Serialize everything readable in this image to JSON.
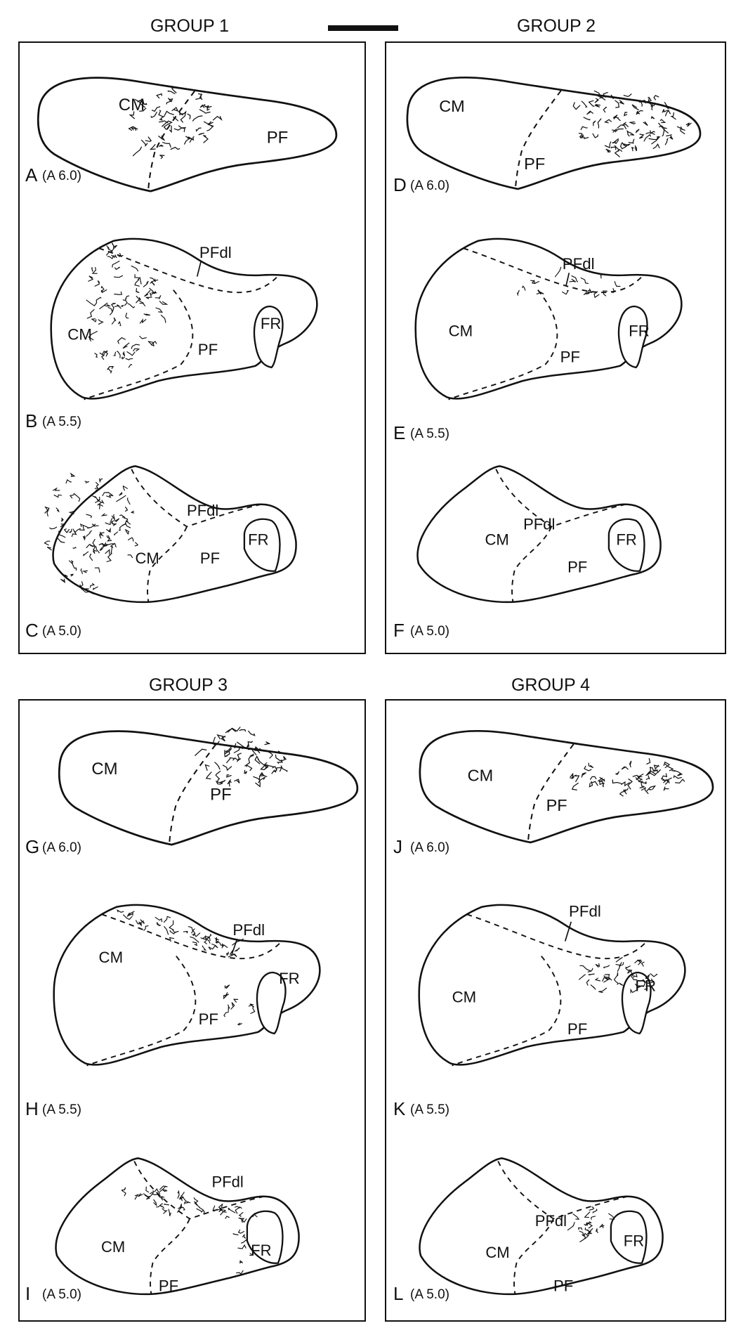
{
  "groups": [
    {
      "title": "GROUP 1"
    },
    {
      "title": "GROUP 2"
    },
    {
      "title": "GROUP 3"
    },
    {
      "title": "GROUP 4"
    }
  ],
  "panels": [
    {
      "letter": "A",
      "level": "(A 6.0)",
      "labels": [
        "CM",
        "PF"
      ]
    },
    {
      "letter": "B",
      "level": "(A 5.5)",
      "labels": [
        "CM",
        "PF",
        "PFdl",
        "FR"
      ]
    },
    {
      "letter": "C",
      "level": "(A 5.0)",
      "labels": [
        "CM",
        "PF",
        "PFdl",
        "FR"
      ]
    },
    {
      "letter": "D",
      "level": "(A 6.0)",
      "labels": [
        "CM",
        "PF"
      ]
    },
    {
      "letter": "E",
      "level": "(A 5.5)",
      "labels": [
        "CM",
        "PF",
        "PFdl",
        "FR"
      ]
    },
    {
      "letter": "F",
      "level": "(A 5.0)",
      "labels": [
        "CM",
        "PF",
        "PFdl",
        "FR"
      ]
    },
    {
      "letter": "G",
      "level": "(A 6.0)",
      "labels": [
        "CM",
        "PF"
      ]
    },
    {
      "letter": "H",
      "level": "(A 5.5)",
      "labels": [
        "CM",
        "PF",
        "PFdl",
        "FR"
      ]
    },
    {
      "letter": "I",
      "level": "(A 5.0)",
      "labels": [
        "CM",
        "PF",
        "PFdl",
        "FR"
      ]
    },
    {
      "letter": "J",
      "level": "(A 6.0)",
      "labels": [
        "CM",
        "PF"
      ]
    },
    {
      "letter": "K",
      "level": "(A 5.5)",
      "labels": [
        "CM",
        "PF",
        "PFdl",
        "FR"
      ]
    },
    {
      "letter": "L",
      "level": "(A 5.0)",
      "labels": [
        "CM",
        "PF",
        "PFdl",
        "FR"
      ]
    }
  ]
}
